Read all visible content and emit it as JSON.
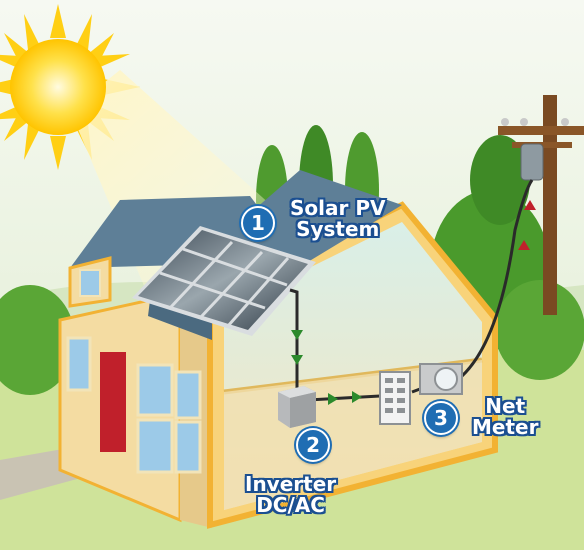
{
  "callouts": [
    {
      "number": "1",
      "lines": [
        "Solar PV",
        "System"
      ]
    },
    {
      "number": "2",
      "lines": [
        "Inverter",
        "DC/AC"
      ]
    },
    {
      "number": "3",
      "lines": [
        "Net",
        "Meter"
      ]
    }
  ],
  "colors": {
    "sky": "#e8f1e0",
    "ground": "#cfe39a",
    "sun": "#ffd21a",
    "badge": "#1f6db3",
    "label_outline": "#1b4f91",
    "wall": "#f4dca2",
    "trim": "#f2b233",
    "roof": "#5e7f97",
    "door": "#c0202b",
    "tree": "#4a9a2c",
    "pole": "#7a4a22"
  }
}
